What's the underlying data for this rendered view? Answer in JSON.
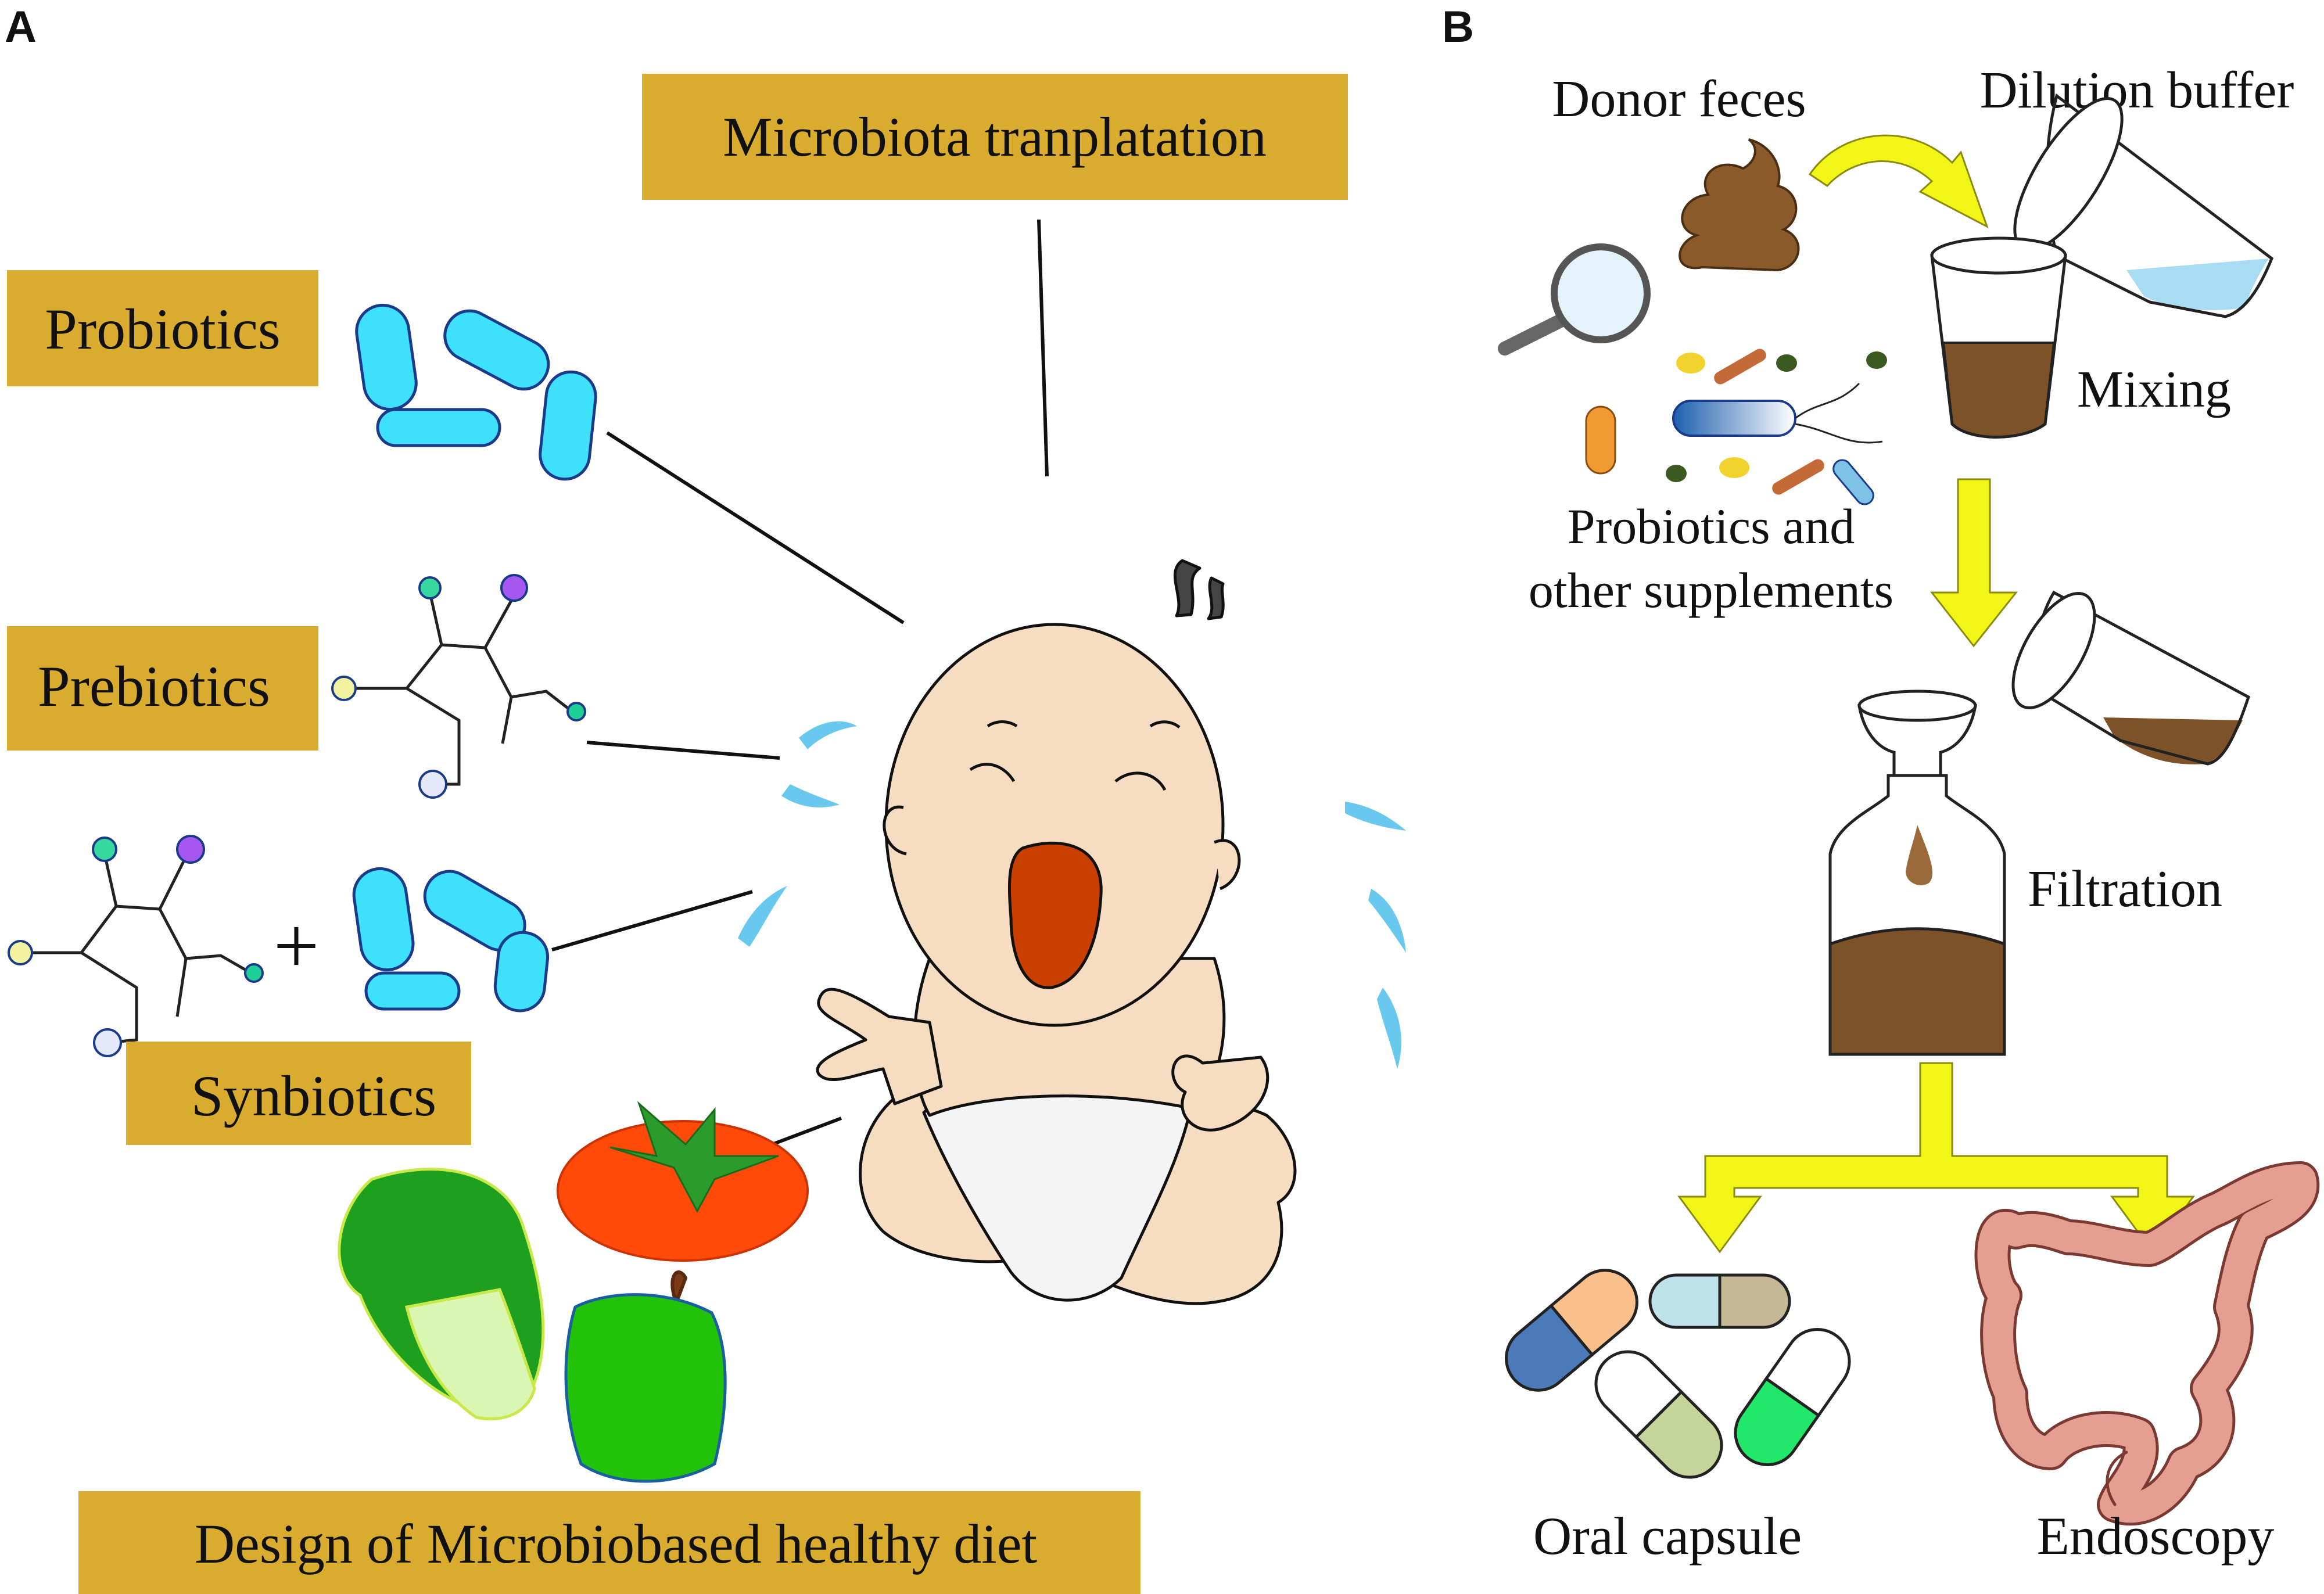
{
  "panel_a": {
    "letter": "A",
    "microbiota_label": "Microbiota tranplatation",
    "probiotics_label": "Probiotics",
    "prebiotics_label": "Prebiotics",
    "synbiotics_label": "Synbiotics",
    "plus_sign": "+",
    "diet_label": "Design of Microbiobased healthy diet"
  },
  "panel_b": {
    "letter": "B",
    "donor_label": "Donor feces",
    "dilution_label": "Dilution buffer",
    "mixing_label": "Mixing",
    "supplements_line1": "Probiotics and",
    "supplements_line2": "other supplements",
    "filtration_label": "Filtration",
    "capsule_label": "Oral capsule",
    "endoscopy_label": "Endoscopy"
  },
  "colors": {
    "label_box": "#d9ab2e",
    "bacteria": "#3fe0fa",
    "skin": "#f6dcc1",
    "mouth": "#c93f00",
    "tear": "#68c8ee",
    "arrow_yellow": "#f2f617",
    "feces_brown": "#8a5a2b",
    "liquid_brown": "#7e5228",
    "buffer_blue": "#a8dcf2",
    "intestine": "#e59f92"
  }
}
